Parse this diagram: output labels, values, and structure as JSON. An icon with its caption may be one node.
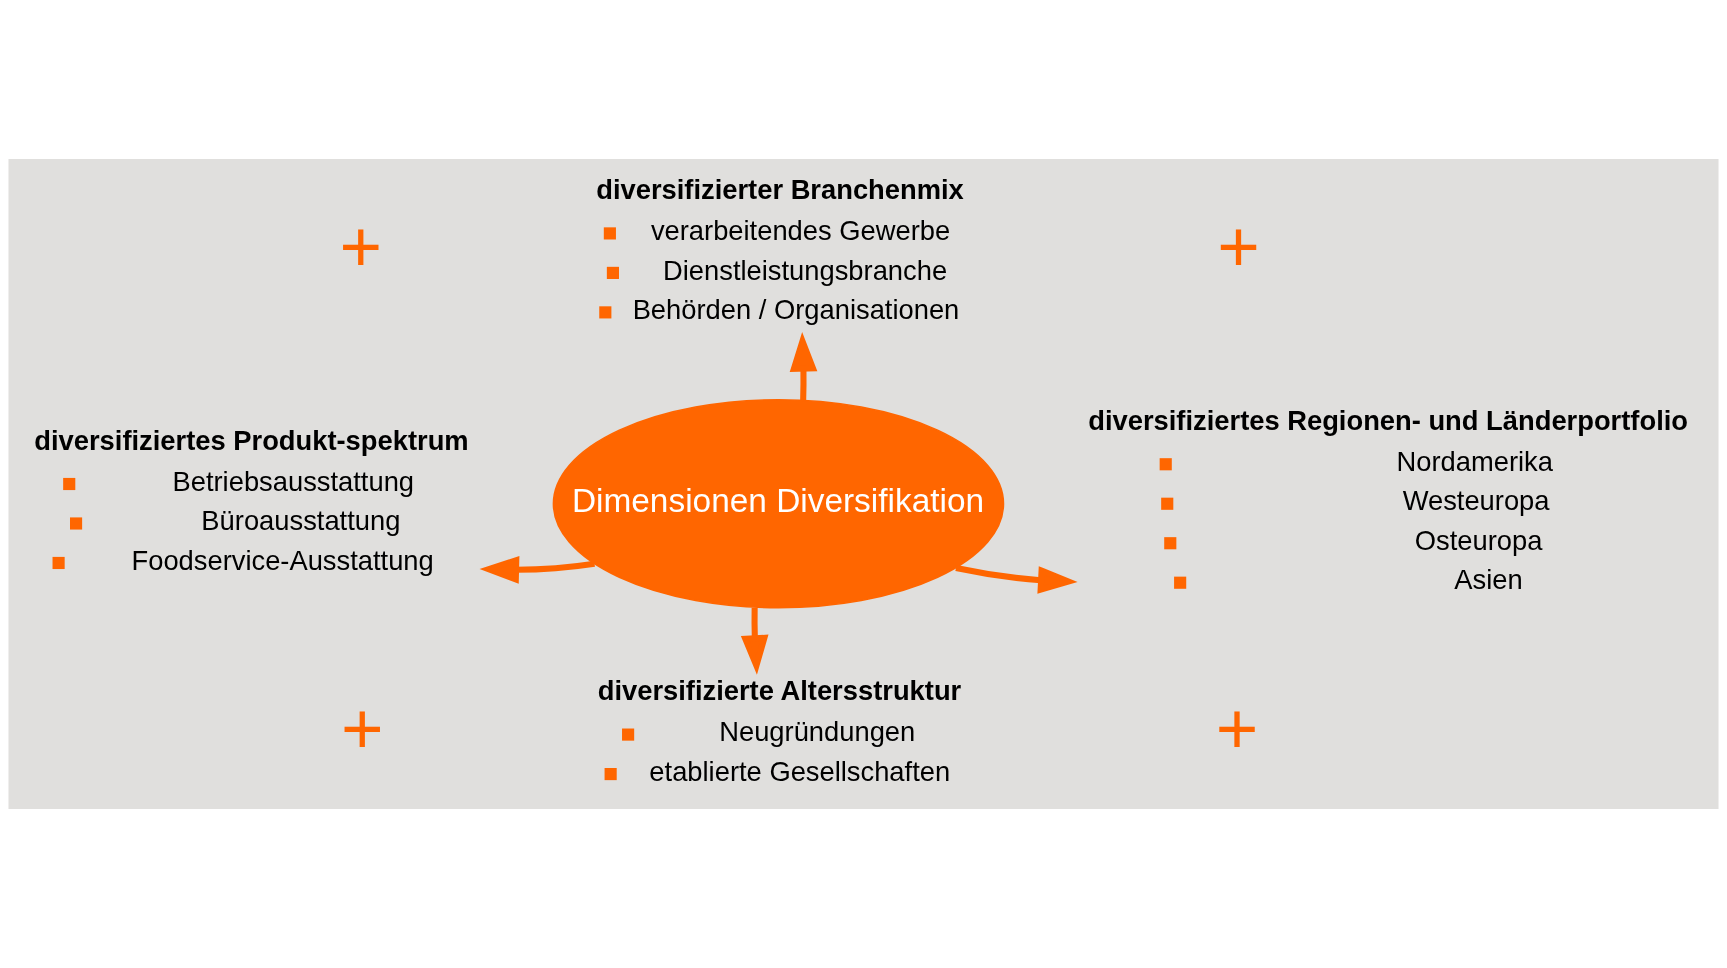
{
  "diagram": {
    "nodes": [
      {
        "text": [
          "Dimensionen Diversifikation"
        ]
      },
      {
        "text": [
          "diversifizierter Branchenmix",
          "verarbeitendes Gewerbe",
          "Dienstleistungsbranche",
          "Behörden / Organisationen"
        ]
      },
      {
        "text": [
          "diversifiziertes Produkt-spektrum",
          "Betriebsausstattung",
          "Büroausstattung",
          "Foodservice-Ausstattung"
        ]
      },
      {
        "text": [
          "diversifiziertes Regionen- und Länderportfolio",
          "Nordamerika",
          "Westeuropa",
          "Osteuropa",
          "Asien"
        ]
      },
      {
        "text": [
          "diversifizierte Altersstruktur",
          "Neugründungen",
          "etablierte Gesellschaften"
        ]
      }
    ],
    "edges": [
      {
        "from": 0,
        "to": 1,
        "arrow": "to"
      },
      {
        "from": 0,
        "to": 2,
        "arrow": "to"
      },
      {
        "from": 0,
        "to": 3,
        "arrow": "to"
      },
      {
        "from": 0,
        "to": 4,
        "arrow": "to"
      }
    ],
    "labels": [
      "+",
      "+",
      "+",
      "+"
    ]
  }
}
